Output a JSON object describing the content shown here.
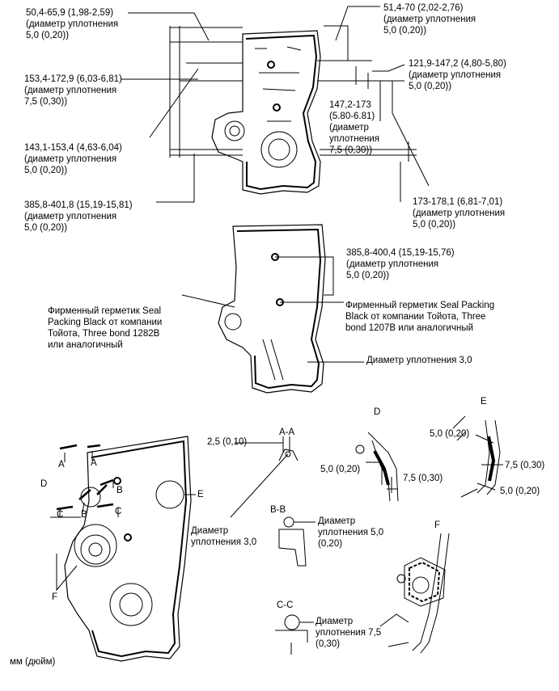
{
  "callouts": {
    "top_left_1": "50,4-65,9 (1,98-2,59)\n(диаметр уплотнения\n5,0 (0,20))",
    "top_left_2": "153,4-172,9 (6,03-6,81)\n(диаметр уплотнения\n7,5 (0,30))",
    "top_left_3": "143,1-153,4 (4,63-6,04)\n(диаметр уплотнения\n5,0 (0,20))",
    "top_left_4": "385,8-401,8 (15,19-15,81)\n(диаметр уплотнения\n5,0 (0,20))",
    "top_right_1": "51,4-70 (2,02-2,76)\n(диаметр уплотнения\n5,0 (0,20))",
    "top_right_2": "121,9-147,2 (4,80-5,80)\n(диаметр уплотнения\n5,0 (0,20))",
    "top_mid": "147,2-173\n(5.80-6.81)\n(диаметр\nуплотнения\n7,5 (0,30))",
    "top_right_3": "173-178,1 (6,81-7,01)\n(диаметр уплотнения\n5,0 (0,20))",
    "mid_right_1": "385,8-400,4 (15,19-15,76)\n(диаметр уплотнения\n5,0 (0,20))",
    "mid_left_sealant": "Фирменный герметик Seal\nPacking Black от компании\nТойота, Three bond 1282B\nили аналогичный",
    "mid_right_sealant": "Фирменный герметик Seal Packing\nBlack от компании Тойота, Three\nbond 1207B или аналогичный",
    "mid_bead": "Диаметр уплотнения 3,0"
  },
  "sections": {
    "aa_title": "A-A",
    "aa_dim": "2,5 (0,10)",
    "aa_bead": "Диаметр\nуплотнения 3,0",
    "bb_title": "B-B",
    "bb_bead": "Диаметр\nуплотнения 5,0\n(0,20)",
    "cc_title": "C-C",
    "cc_bead": "Диаметр\nуплотнения 7,5\n(0,30)",
    "d_title": "D",
    "d_dim1": "5,0 (0,20)",
    "d_dim2": "7,5 (0,30)",
    "e_title": "E",
    "e_dim1": "5,0 (0,20)",
    "e_dim2": "7,5 (0,30)",
    "e_dim3": "5,0 (0,20)",
    "f_title": "F"
  },
  "markers": {
    "a1": "A",
    "a2": "A",
    "b1": "B",
    "b2": "B",
    "c1": "C",
    "c2": "C",
    "d": "D",
    "e": "E",
    "f": "F"
  },
  "units": "мм (дюйм)"
}
